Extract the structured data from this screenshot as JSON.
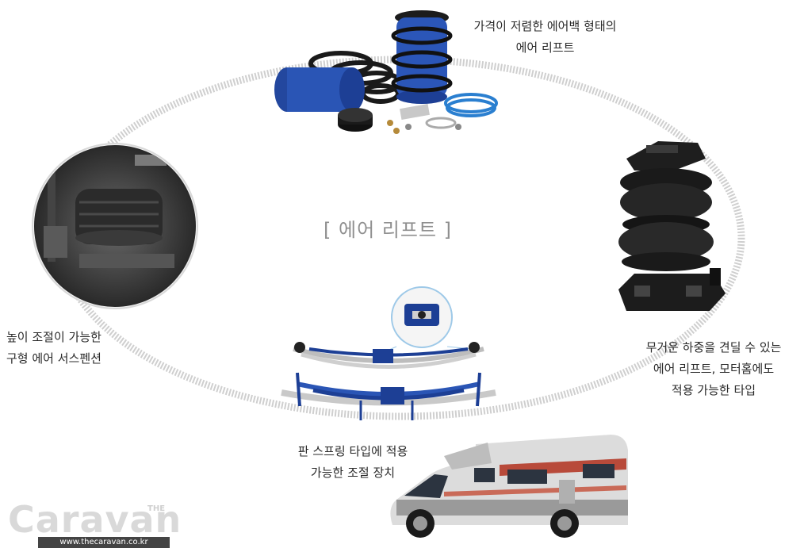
{
  "title": "[ 에어 리프트 ]",
  "captions": {
    "top": [
      "가격이 저렴한 에어백 형태의",
      "에어 리프트"
    ],
    "left": [
      "높이 조절이 가능한",
      "구형 에어 서스펜션"
    ],
    "right": [
      "무거운 하중을 견딜 수 있는",
      "에어 리프트, 모터홈에도",
      "적용 가능한 타입"
    ],
    "bottom": [
      "판 스프링 타입에 적용",
      "가능한 조절 장치"
    ]
  },
  "watermark": {
    "brand": "Caravan",
    "prefix": "THE",
    "url": "www.thecaravan.co.kr"
  },
  "colors": {
    "accent_blue": "#1d3f95",
    "ring": "#cfcfcf"
  }
}
